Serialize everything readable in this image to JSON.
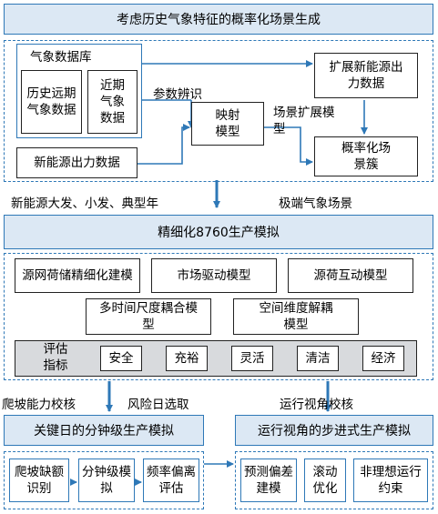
{
  "title": "考虑历史气象特征的概率化场景生成",
  "top": {
    "db_label": "气象数据库",
    "hist": "历史远期气象数据",
    "recent": "近期气象数据",
    "newenergy": "新能源出力数据",
    "param": "参数辨识",
    "mapping": "映射模型",
    "extend_box": "扩展新能源出力数据",
    "scene_model": "场景扩展模型",
    "prob": "概率化场景簇"
  },
  "mid_labels": {
    "left": "新能源大发、小发、典型年",
    "right": "极端气象场景"
  },
  "sim_title": "精细化8760生产模拟",
  "sim": {
    "m1": "源网荷储精细化建模",
    "m2": "市场驱动模型",
    "m3": "源荷互动模型",
    "m4": "多时间尺度耦合模型",
    "m5": "空间维度解耦模型",
    "eval_label": "评估指标",
    "eval_items": [
      "安全",
      "充裕",
      "灵活",
      "清洁",
      "经济"
    ]
  },
  "lower_labels": {
    "ramp": "爬坡能力校核",
    "risk": "风险日选取",
    "ops": "运行视角校核"
  },
  "key_day": {
    "title": "关键日的分钟级生产模拟",
    "items": [
      "爬坡缺额识别",
      "分钟级模拟",
      "频率偏离评估"
    ]
  },
  "ops_view": {
    "title": "运行视角的步进式生产模拟",
    "items": [
      "预测偏差建模",
      "滚动优化",
      "非理想运行约束"
    ]
  }
}
